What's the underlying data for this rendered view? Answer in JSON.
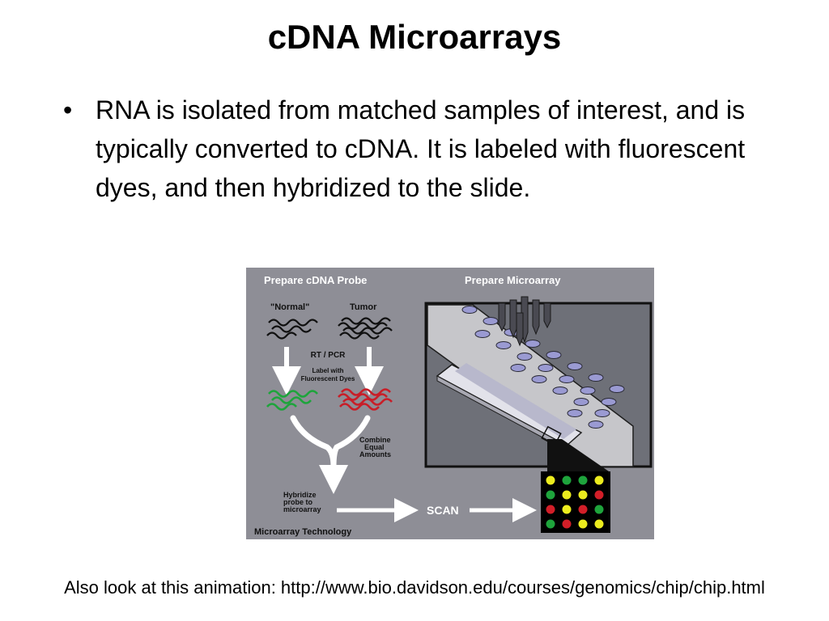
{
  "slide": {
    "title": "cDNA Microarrays",
    "bullets": [
      "RNA is isolated from matched samples of interest, and  is typically converted to cDNA.  It is labeled with fluorescent dyes, and then hybridized to the slide."
    ],
    "footer": "Also look at this animation: http://www.bio.davidson.edu/courses/genomics/chip/chip.html"
  },
  "figure": {
    "left_header": "Prepare cDNA Probe",
    "right_header": "Prepare Microarray",
    "normal_label": "\"Normal\"",
    "tumor_label": "Tumor",
    "rt_pcr": "RT / PCR",
    "label_with_1": "Label with",
    "label_with_2": "Fluorescent Dyes",
    "combine_1": "Combine",
    "combine_2": "Equal",
    "combine_3": "Amounts",
    "hybridize_1": "Hybridize",
    "hybridize_2": "probe to",
    "hybridize_3": "microarray",
    "scan": "SCAN",
    "caption": "Microarray Technology",
    "colors": {
      "background": "#8e8e96",
      "green_probe": "#1ea43c",
      "red_probe": "#c81e28",
      "well": "#9a9ad2",
      "spot_yellow": "#ecec1e",
      "spot_green": "#1ea43c",
      "spot_red": "#d21e28"
    },
    "spot_grid": [
      [
        "yellow",
        "green",
        "green",
        "yellow"
      ],
      [
        "green",
        "yellow",
        "yellow",
        "red"
      ],
      [
        "red",
        "yellow",
        "red",
        "green"
      ],
      [
        "green",
        "red",
        "yellow",
        "yellow"
      ]
    ]
  }
}
